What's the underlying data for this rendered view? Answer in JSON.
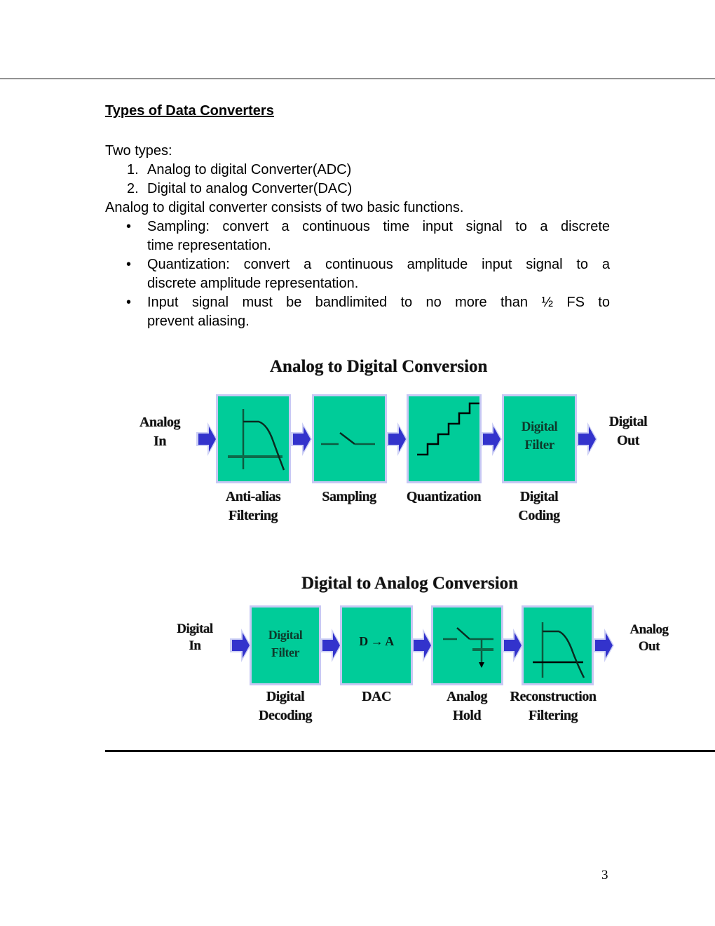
{
  "page": {
    "heading": "Types of Data Converters",
    "intro": "Two types:",
    "types": [
      {
        "number": "1.",
        "label": "Analog to digital Converter(ADC)"
      },
      {
        "number": "2.",
        "label": "Digital to analog Converter(DAC)"
      }
    ],
    "adc_intro": "Analog to digital converter consists of two basic functions.",
    "bullets": [
      {
        "line1": "Sampling: convert a continuous time input signal to a discrete",
        "line2": "time representation."
      },
      {
        "line1": "Quantization: convert a continuous amplitude  input signal to a",
        "line2": "discrete amplitude representation."
      },
      {
        "line1": "Input signal must be bandlimited to no more than ½ FS to",
        "line2": "prevent aliasing."
      }
    ],
    "bullet_glyph": "•",
    "page_number": "3"
  },
  "adc_diagram": {
    "title": "Analog to Digital Conversion",
    "input": {
      "line1": "Analog",
      "line2": "In"
    },
    "output": {
      "line1": "Digital",
      "line2": "Out"
    },
    "blocks": [
      {
        "icon": "lowpass-filter-icon",
        "caption1": "Anti-alias",
        "caption2": "Filtering"
      },
      {
        "icon": "switch-icon",
        "caption1": "Sampling",
        "caption2": ""
      },
      {
        "icon": "staircase-icon",
        "caption1": "Quantization",
        "caption2": ""
      },
      {
        "inner1": "Digital",
        "inner2": "Filter",
        "caption1": "Digital",
        "caption2": "Coding"
      }
    ]
  },
  "dac_diagram": {
    "title": "Digital to Analog Conversion",
    "input": {
      "line1": "Digital",
      "line2": "In"
    },
    "output": {
      "line1": "Analog",
      "line2": "Out"
    },
    "blocks": [
      {
        "inner1": "Digital",
        "inner2": "Filter",
        "caption1": "Digital",
        "caption2": "Decoding"
      },
      {
        "inner1": "D → A",
        "caption1": "DAC",
        "caption2": ""
      },
      {
        "icon": "sample-hold-icon",
        "caption1": "Analog",
        "caption2": "Hold"
      },
      {
        "icon": "lowpass-filter-icon",
        "caption1": "Reconstruction",
        "caption2": "Filtering"
      }
    ]
  },
  "colors": {
    "block_fill": "#00cc99",
    "block_border": "#c8c8f4",
    "arrow": "#3333cc",
    "icon_stroke": "#0d4a35"
  }
}
